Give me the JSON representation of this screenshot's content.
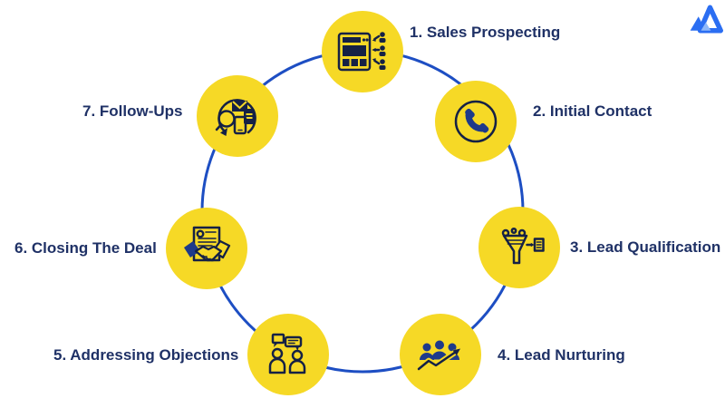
{
  "colors": {
    "yellow": "#F6D926",
    "icon_navy": "#152145",
    "icon_blue": "#1E3A8A",
    "ring_blue": "#1D4EC3",
    "text_navy": "#1F3166",
    "logo_blue": "#2B6EF2",
    "logo_light": "#8FB8F9"
  },
  "diagram": {
    "type": "circular-process",
    "steps": [
      {
        "id": 1,
        "label": "1. Sales Prospecting",
        "icon": "prospecting-window-leads-icon"
      },
      {
        "id": 2,
        "label": "2. Initial Contact",
        "icon": "phone-icon"
      },
      {
        "id": 3,
        "label": "3. Lead Qualification",
        "icon": "funnel-document-icon"
      },
      {
        "id": 4,
        "label": "4. Lead Nurturing",
        "icon": "people-growth-arrow-icon"
      },
      {
        "id": 5,
        "label": "5. Addressing Objections",
        "icon": "conversation-bubbles-icon"
      },
      {
        "id": 6,
        "label": "6. Closing The Deal",
        "icon": "handshake-contract-icon"
      },
      {
        "id": 7,
        "label": "7. Follow-Ups",
        "icon": "followup-channels-icon"
      }
    ]
  }
}
